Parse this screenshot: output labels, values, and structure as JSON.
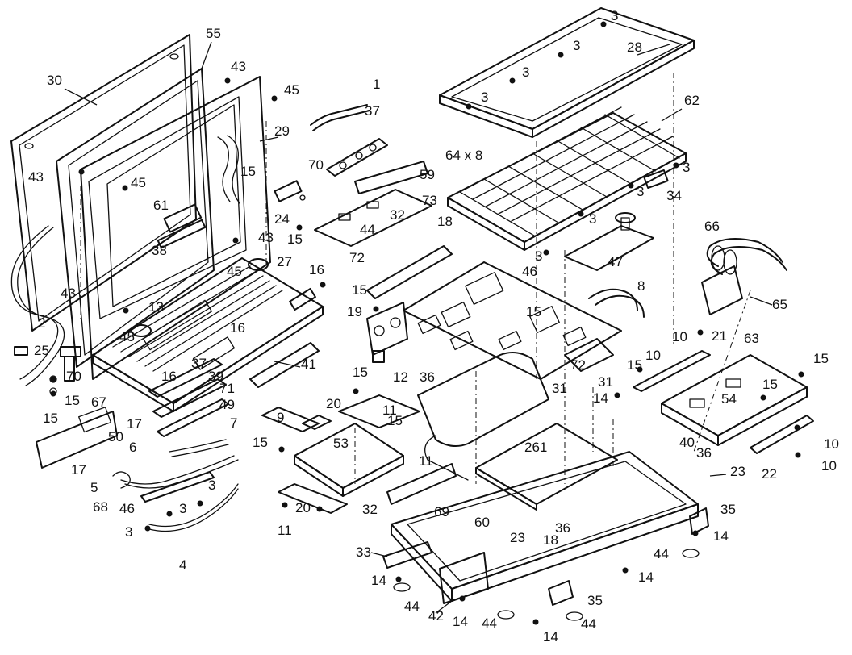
{
  "diagram": {
    "labels": [
      {
        "id": "l-30",
        "text": "30"
      },
      {
        "id": "l-55",
        "text": "55"
      },
      {
        "id": "l-43a",
        "text": "43"
      },
      {
        "id": "l-45a",
        "text": "45"
      },
      {
        "id": "l-1",
        "text": "1"
      },
      {
        "id": "l-37a",
        "text": "37"
      },
      {
        "id": "l-29",
        "text": "29"
      },
      {
        "id": "l-43b",
        "text": "43"
      },
      {
        "id": "l-45b",
        "text": "45"
      },
      {
        "id": "l-15a",
        "text": "15"
      },
      {
        "id": "l-70a",
        "text": "70"
      },
      {
        "id": "l-59",
        "text": "59"
      },
      {
        "id": "l-61",
        "text": "61"
      },
      {
        "id": "l-24",
        "text": "24"
      },
      {
        "id": "l-15b",
        "text": "15"
      },
      {
        "id": "l-43c",
        "text": "43"
      },
      {
        "id": "l-38",
        "text": "38"
      },
      {
        "id": "l-45c",
        "text": "45"
      },
      {
        "id": "l-27",
        "text": "27"
      },
      {
        "id": "l-16a",
        "text": "16"
      },
      {
        "id": "l-43d",
        "text": "43"
      },
      {
        "id": "l-13",
        "text": "13"
      },
      {
        "id": "l-2",
        "text": "2"
      },
      {
        "id": "l-45d",
        "text": "45"
      },
      {
        "id": "l-25",
        "text": "25"
      },
      {
        "id": "l-70b",
        "text": "70"
      },
      {
        "id": "l-37b",
        "text": "37"
      },
      {
        "id": "l-16b",
        "text": "16"
      },
      {
        "id": "l-16c",
        "text": "16"
      },
      {
        "id": "l-39",
        "text": "39"
      },
      {
        "id": "l-71",
        "text": "71"
      },
      {
        "id": "l-41",
        "text": "41"
      },
      {
        "id": "l-15c",
        "text": "15"
      },
      {
        "id": "l-15d",
        "text": "15"
      },
      {
        "id": "l-67",
        "text": "67"
      },
      {
        "id": "l-17a",
        "text": "17"
      },
      {
        "id": "l-49",
        "text": "49"
      },
      {
        "id": "l-7",
        "text": "7"
      },
      {
        "id": "l-50",
        "text": "50"
      },
      {
        "id": "l-17b",
        "text": "17"
      },
      {
        "id": "l-6",
        "text": "6"
      },
      {
        "id": "l-5",
        "text": "5"
      },
      {
        "id": "l-68",
        "text": "68"
      },
      {
        "id": "l-46a",
        "text": "46"
      },
      {
        "id": "l-3a",
        "text": "3"
      },
      {
        "id": "l-3b",
        "text": "3"
      },
      {
        "id": "l-3c",
        "text": "3"
      },
      {
        "id": "l-4",
        "text": "4"
      },
      {
        "id": "l-3d",
        "text": "3"
      },
      {
        "id": "l-3e",
        "text": "3"
      },
      {
        "id": "l-3f",
        "text": "3"
      },
      {
        "id": "l-3g",
        "text": "3"
      },
      {
        "id": "l-28",
        "text": "28"
      },
      {
        "id": "l-62",
        "text": "62"
      },
      {
        "id": "l-64",
        "text": "64 x 8"
      },
      {
        "id": "l-3h",
        "text": "3"
      },
      {
        "id": "l-3i",
        "text": "3"
      },
      {
        "id": "l-34",
        "text": "34"
      },
      {
        "id": "l-3j",
        "text": "3"
      },
      {
        "id": "l-44a",
        "text": "44"
      },
      {
        "id": "l-32a",
        "text": "32"
      },
      {
        "id": "l-73",
        "text": "73"
      },
      {
        "id": "l-18",
        "text": "18"
      },
      {
        "id": "l-3k",
        "text": "3"
      },
      {
        "id": "l-47",
        "text": "47"
      },
      {
        "id": "l-66",
        "text": "66"
      },
      {
        "id": "l-65",
        "text": "65"
      },
      {
        "id": "l-72a",
        "text": "72"
      },
      {
        "id": "l-15e",
        "text": "15"
      },
      {
        "id": "l-46b",
        "text": "46"
      },
      {
        "id": "l-8",
        "text": "8"
      },
      {
        "id": "l-19",
        "text": "19"
      },
      {
        "id": "l-15f",
        "text": "15"
      },
      {
        "id": "l-12",
        "text": "12"
      },
      {
        "id": "l-36a",
        "text": "36"
      },
      {
        "id": "l-72b",
        "text": "72"
      },
      {
        "id": "l-10a",
        "text": "10"
      },
      {
        "id": "l-21",
        "text": "21"
      },
      {
        "id": "l-63",
        "text": "63"
      },
      {
        "id": "l-15g",
        "text": "15"
      },
      {
        "id": "l-10b",
        "text": "10"
      },
      {
        "id": "l-15h",
        "text": "15"
      },
      {
        "id": "l-31a",
        "text": "31"
      },
      {
        "id": "l-15i",
        "text": "15"
      },
      {
        "id": "l-54",
        "text": "54"
      },
      {
        "id": "l-14a",
        "text": "14"
      },
      {
        "id": "l-31b",
        "text": "31"
      },
      {
        "id": "l-15j",
        "text": "15"
      },
      {
        "id": "l-20a",
        "text": "20"
      },
      {
        "id": "l-11a",
        "text": "11"
      },
      {
        "id": "l-15k",
        "text": "15"
      },
      {
        "id": "l-9",
        "text": "9"
      },
      {
        "id": "l-11b",
        "text": "11"
      },
      {
        "id": "l-261",
        "text": "261"
      },
      {
        "id": "l-10c",
        "text": "10"
      },
      {
        "id": "l-22",
        "text": "22"
      },
      {
        "id": "l-10d",
        "text": "10"
      },
      {
        "id": "l-15l",
        "text": "15"
      },
      {
        "id": "l-53",
        "text": "53"
      },
      {
        "id": "l-40",
        "text": "40"
      },
      {
        "id": "l-36b",
        "text": "36"
      },
      {
        "id": "l-23a",
        "text": "23"
      },
      {
        "id": "l-20b",
        "text": "20"
      },
      {
        "id": "l-32b",
        "text": "32"
      },
      {
        "id": "l-69",
        "text": "69"
      },
      {
        "id": "l-60",
        "text": "60"
      },
      {
        "id": "l-35a",
        "text": "35"
      },
      {
        "id": "l-11c",
        "text": "11"
      },
      {
        "id": "l-36c",
        "text": "36"
      },
      {
        "id": "l-14b",
        "text": "14"
      },
      {
        "id": "l-23b",
        "text": "23"
      },
      {
        "id": "l-18b",
        "text": "18"
      },
      {
        "id": "l-33",
        "text": "33"
      },
      {
        "id": "l-44b",
        "text": "44"
      },
      {
        "id": "l-14c",
        "text": "14"
      },
      {
        "id": "l-14d",
        "text": "14"
      },
      {
        "id": "l-44c",
        "text": "44"
      },
      {
        "id": "l-42",
        "text": "42"
      },
      {
        "id": "l-14e",
        "text": "14"
      },
      {
        "id": "l-44d",
        "text": "44"
      },
      {
        "id": "l-35b",
        "text": "35"
      },
      {
        "id": "l-14f",
        "text": "14"
      },
      {
        "id": "l-44e",
        "text": "44"
      }
    ]
  }
}
